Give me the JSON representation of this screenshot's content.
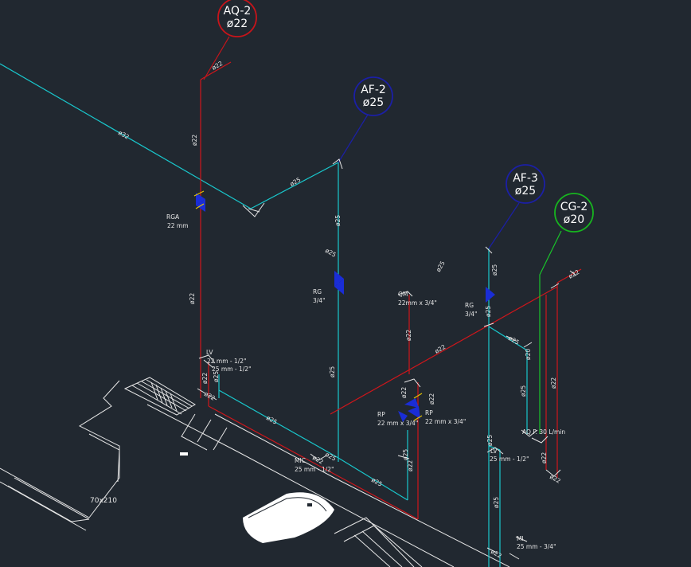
{
  "colors": {
    "background": "#212830",
    "hot_pipe": "#d0161b",
    "cold_pipe": "#19c7cc",
    "gas_pipe": "#19c42a",
    "tag_cold": "#1b1fa6",
    "tag_hot": "#c8141a",
    "tag_gas": "#17b51f",
    "fixture": "#e6e6e6"
  },
  "tags": {
    "aq2": {
      "line1": "AQ-2",
      "line2": "ø22"
    },
    "af2": {
      "line1": "AF-2",
      "line2": "ø25"
    },
    "af3": {
      "line1": "AF-3",
      "line2": "ø25"
    },
    "cg2": {
      "line1": "CG-2",
      "line2": "ø20"
    }
  },
  "labels": {
    "rga": "RGA",
    "rga_size": "22 mm",
    "rg_left": "RG",
    "rg_left_size": "3/4\"",
    "rg_right": "RG",
    "rg_right_size": "3/4\"",
    "lv": "LV",
    "lv_size1": "22 mm - 1/2\"",
    "lv_size2": "25 mm - 1/2\"",
    "mic": "MIC",
    "mic_size": "25 mm - 1/2\"",
    "qm": "QM",
    "qm_size": "22mm x 3/4\"",
    "rp_left": "RP",
    "rp_left_size": "22 mm x 3/4\"",
    "rp_right": "RP",
    "rp_right_size": "22 mm x 3/4\"",
    "aq_p": "AQ P. 30 L/min",
    "lv2": "LV",
    "lv2_size": "25 mm - 1/2\"",
    "mi": "MI",
    "mi_size": "25 mm - 3/4\"",
    "door": "70x210"
  },
  "dims": {
    "d32": "ø32",
    "d25": "ø25",
    "d22": "ø22",
    "d20": "ø20"
  }
}
